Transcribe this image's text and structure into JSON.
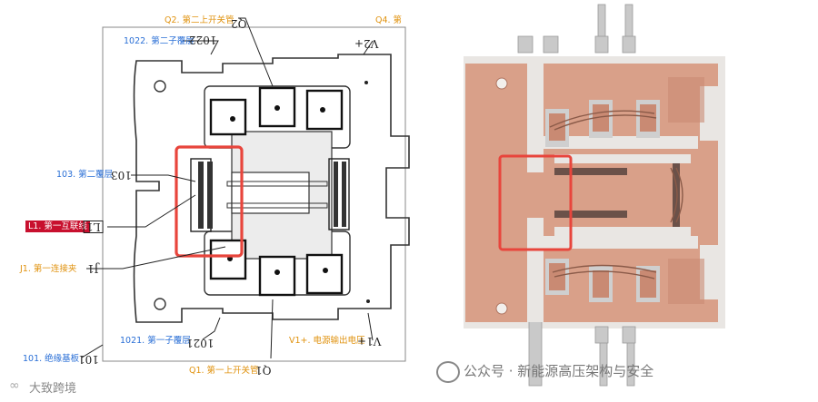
{
  "labels": {
    "q2": "Q2. 第二上开关管",
    "q4": "Q4. 第",
    "l1022": "1022. 第二子覆层",
    "l103": "103. 第二覆层",
    "l1": "L1. 第一互联线",
    "j1": "J1. 第一连接夹",
    "l101": "101. 绝缘基板",
    "l1021": "1021. 第一子覆层",
    "v1": "V1+. 电源输出电压",
    "q1": "Q1. 第一上开关管"
  },
  "drawing_refs": {
    "q2": "Q2",
    "v2": "V2+",
    "r1022": "1022",
    "r103": "103",
    "rl1": "L1",
    "rj1": "J1",
    "r1021": "1021",
    "rv1": "V1+",
    "r101": "101",
    "rq1": "Q1"
  },
  "watermark_left": "大致跨境",
  "watermark_right": "公众号 · 新能源高压架构与安全",
  "colors": {
    "copper": "#d9a089",
    "copper_dark": "#c98a73",
    "highlight_red": "#e8453c",
    "label_blue": "#2a6fd6",
    "label_orange": "#e0920e"
  }
}
